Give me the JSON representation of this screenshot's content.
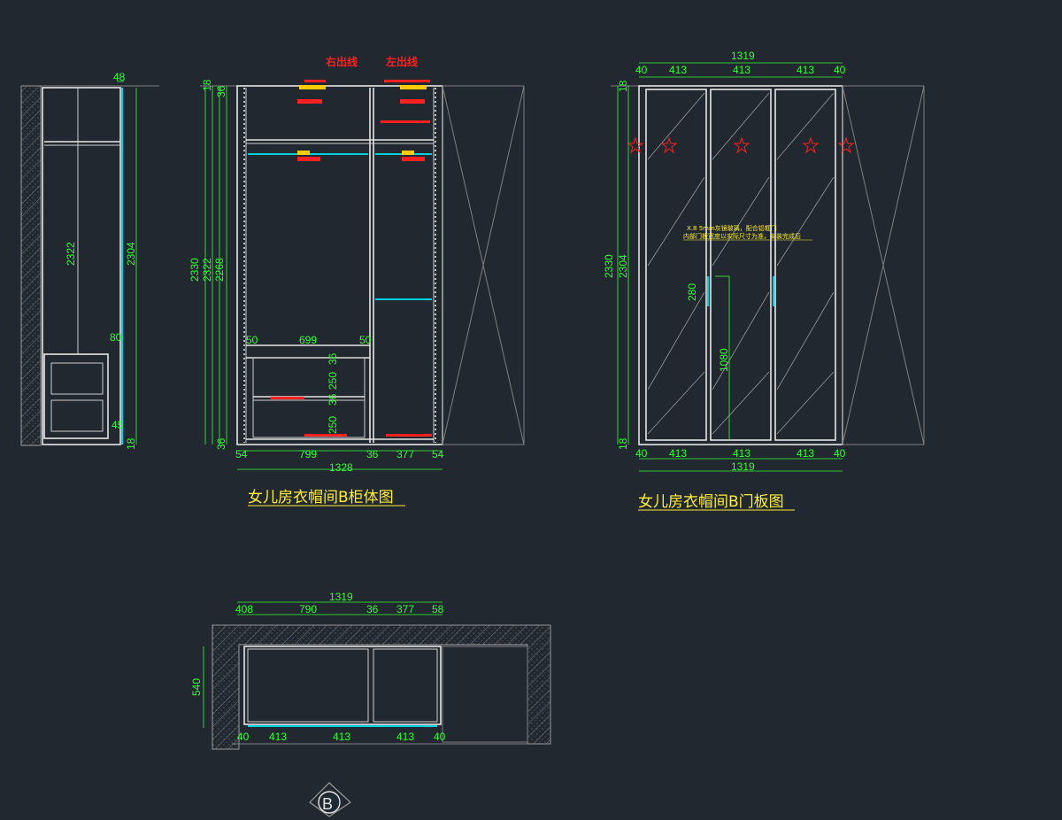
{
  "side_view": {
    "dims": [
      "48",
      "2322",
      "2304",
      "80",
      "45",
      "18"
    ]
  },
  "cabinet_view": {
    "title": "女儿房衣帽间B柜体图",
    "labels_top": [
      "右出线",
      "左出线"
    ],
    "left_dims": [
      "18",
      "36",
      "2330",
      "2322",
      "2268"
    ],
    "inner_dims": [
      "50",
      "699",
      "50",
      "36",
      "250",
      "36",
      "250"
    ],
    "bottom_dims": [
      "54",
      "799",
      "36",
      "377",
      "54"
    ],
    "total_width": "1328",
    "bottom_left": "36"
  },
  "door_view": {
    "title": "女儿房衣帽间B门板图",
    "top_total": "1319",
    "top_dims": [
      "40",
      "413",
      "413",
      "413",
      "40"
    ],
    "bottom_dims": [
      "40",
      "413",
      "413",
      "413",
      "40"
    ],
    "bottom_total": "1319",
    "left_dims": [
      "18",
      "2330",
      "2304"
    ],
    "bottom_left": "18",
    "handle_dims": [
      "280",
      "1080"
    ],
    "note_lines": [
      "X.8 5mm灰镜玻璃，配合铝框门",
      "内部门板宽度以实际尺寸为准，安装完成后"
    ]
  },
  "plan_view": {
    "total": "1319",
    "top_dims": [
      "408",
      "790",
      "36",
      "377",
      "58"
    ],
    "depth": "540",
    "bottom_dims": [
      "40",
      "413",
      "413",
      "413",
      "40"
    ]
  },
  "section_marker": "B"
}
